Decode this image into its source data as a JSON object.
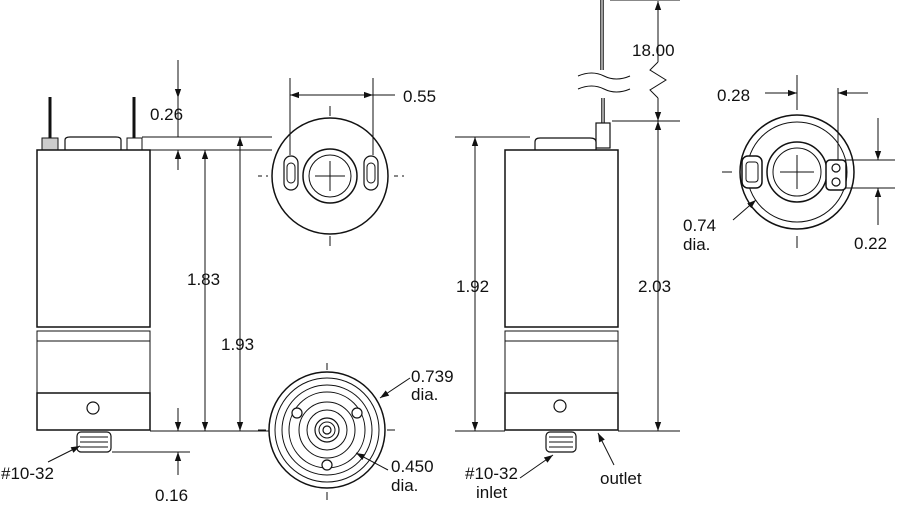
{
  "labels": {
    "left_top_gap": "0.26",
    "left_body_inner": "1.83",
    "left_body_total": "1.93",
    "left_fitting": "0.16",
    "left_thread": "#10-32",
    "top_view_width": "0.55",
    "bottom_outer_dia_value": "0.739",
    "bottom_outer_dia_unit": "dia.",
    "bottom_inner_dia_value": "0.450",
    "bottom_inner_dia_unit": "dia.",
    "right_wire_length": "18.00",
    "right_body_inner": "1.92",
    "right_body_total": "2.03",
    "right_thread": "#10-32",
    "right_thread_sub": "inlet",
    "right_outlet": "outlet",
    "end_view_offset": "0.28",
    "end_view_dia_value": "0.74",
    "end_view_dia_unit": "dia.",
    "end_view_small": "0.22"
  },
  "colors": {
    "stroke": "#111111",
    "body_fill": "#ffffff",
    "background": "#ffffff"
  }
}
